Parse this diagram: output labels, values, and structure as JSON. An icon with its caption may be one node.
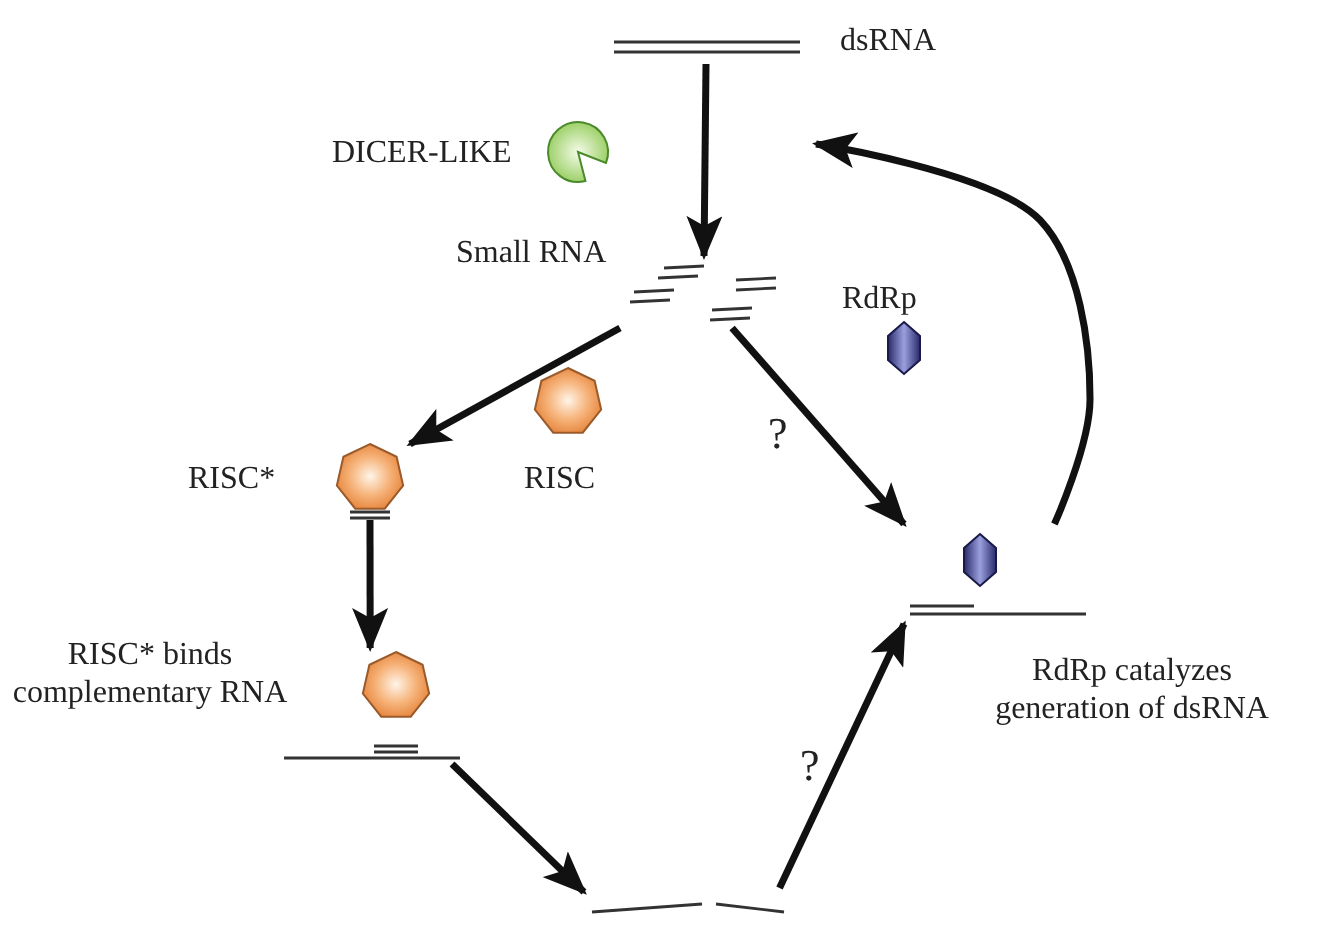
{
  "diagram": {
    "nodes": [
      {
        "text": [],
        "shape": "bar",
        "beside": [
          "dsRNA"
        ]
      },
      {
        "text": [],
        "shape": "bar",
        "beside": [
          "Small RNA"
        ]
      },
      {
        "text": [],
        "shape": "picture",
        "beside": [
          "RISC*"
        ]
      },
      {
        "text": [],
        "shape": "picture",
        "beside": [
          "RISC* binds complementary RNA"
        ]
      },
      {
        "text": [],
        "shape": "bar"
      },
      {
        "text": [],
        "shape": "picture",
        "beside": [
          "RdRp catalyzes generation of dsRNA"
        ]
      }
    ],
    "edges": [
      {
        "from": 0,
        "to": 1,
        "arrow": "to"
      },
      {
        "from": 1,
        "to": 2,
        "arrow": "to"
      },
      {
        "from": 2,
        "to": 3,
        "arrow": "to"
      },
      {
        "from": 3,
        "to": 4,
        "arrow": "to"
      },
      {
        "from": 4,
        "to": 5,
        "arrow": "to",
        "label": "?"
      },
      {
        "from": 1,
        "to": 5,
        "arrow": "to",
        "label": "?"
      },
      {
        "from": 5,
        "to": null,
        "arrow": "to"
      }
    ],
    "labels": [
      "DICER-LIKE",
      "RISC",
      "RdRp"
    ]
  }
}
